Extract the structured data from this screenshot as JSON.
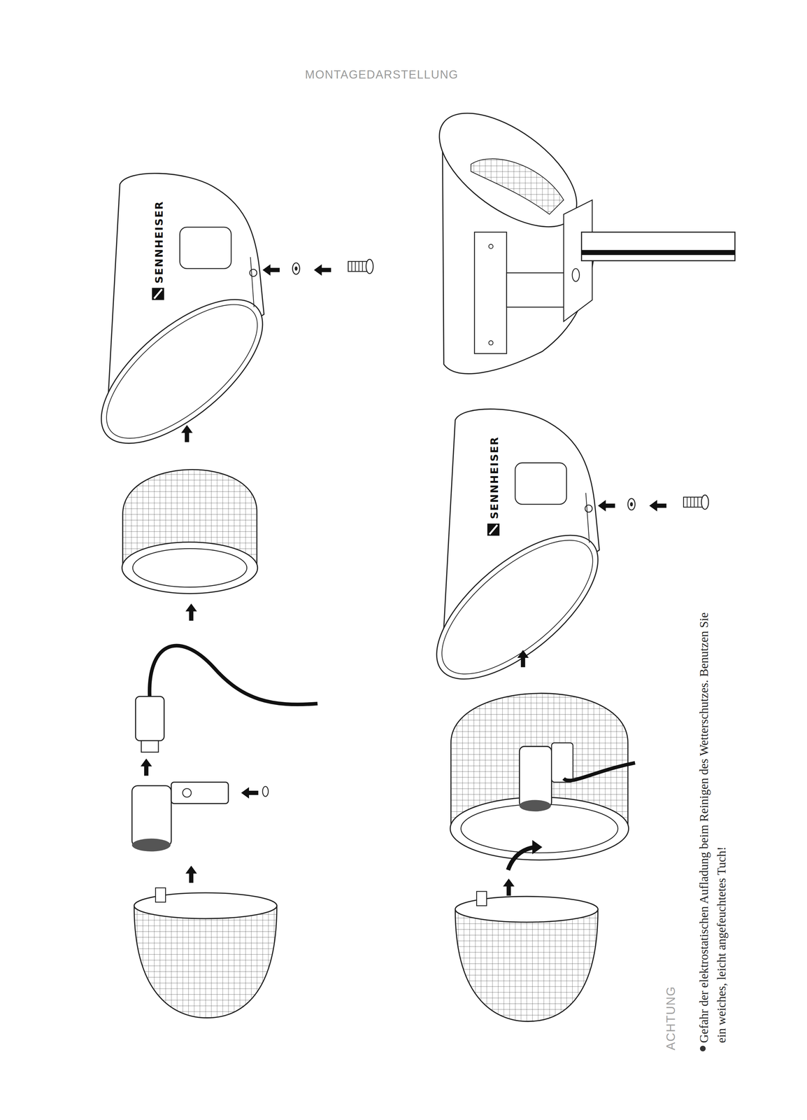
{
  "diagram": {
    "title": "MONTAGEDARSTELLUNG",
    "labels": [
      "SENNHEISER",
      "SENNHEISER",
      "ACHTUNG",
      "Gefahr der elektrostatischen Aufladung beim Reinigen des Wetterschutzes. Benutzen Sie ein weiches, leicht angefeuchtetes Tuch!"
    ]
  }
}
